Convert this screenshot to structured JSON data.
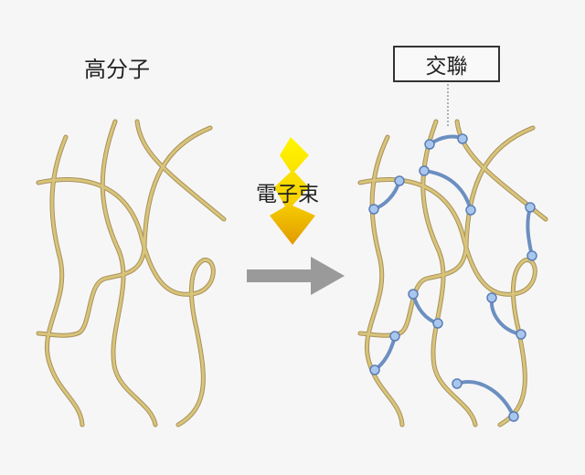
{
  "labels": {
    "polymer": "高分子",
    "electron_beam": "電子束",
    "crosslink": "交聯"
  },
  "colors": {
    "background": "#f7f6f7",
    "chain": "#c8b26a",
    "chain_edge": "#a8925a",
    "crosslink": "#6b8fc0",
    "node_fill": "#a9c6ee",
    "node_stroke": "#5a7fb5",
    "arrow": "#9a9a9a",
    "bolt_top": "#fff200",
    "bolt_bottom": "#e6a400"
  },
  "diagram": {
    "left_panel": "polymer chains (uncrosslinked)",
    "right_panel": "crosslinked polymer network",
    "process": "electron beam irradiation"
  }
}
